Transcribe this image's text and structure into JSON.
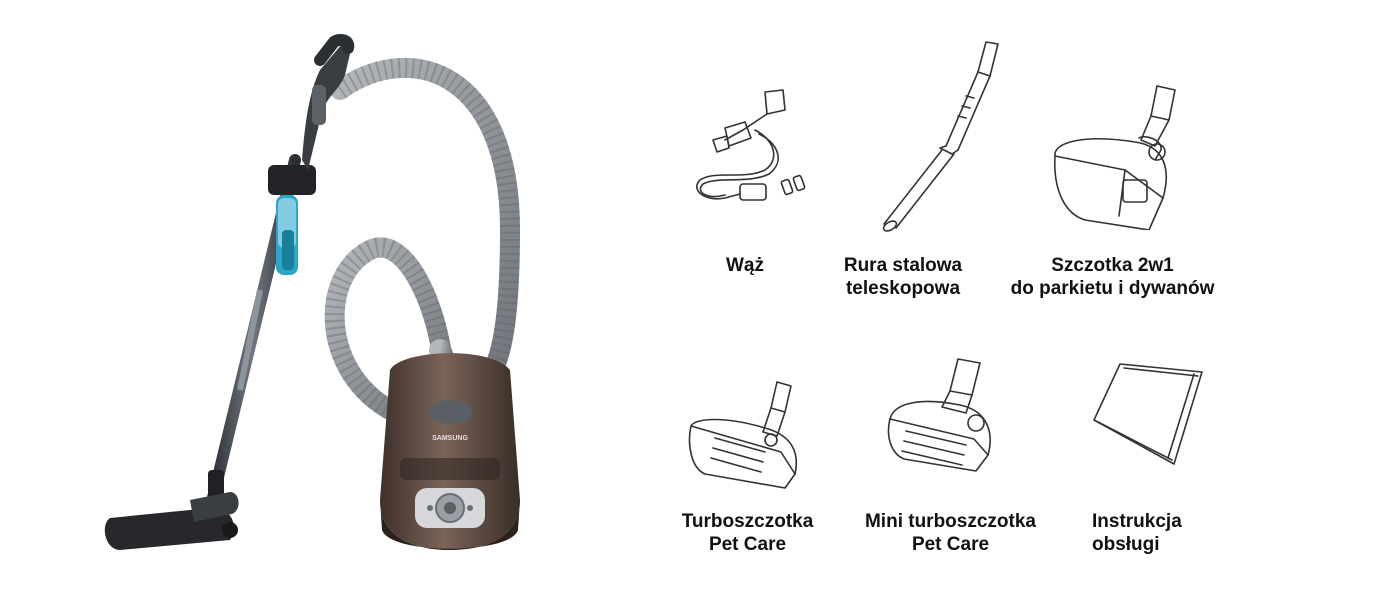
{
  "product": {
    "brand_print": "SAMSUNG"
  },
  "accessories": [
    {
      "label": "Wąż",
      "icon": "hose-icon"
    },
    {
      "label": "Rura stalowa\nteleskopowa",
      "icon": "telescopic-tube-icon"
    },
    {
      "label": "Szczotka 2w1\ndo parkietu i dywanów",
      "icon": "floor-brush-2in1-icon"
    },
    {
      "label": "Turboszczotka\nPet Care",
      "icon": "turbo-brush-icon"
    },
    {
      "label": "Mini turboszczotka\nPet Care",
      "icon": "mini-turbo-brush-icon"
    },
    {
      "label": "Instrukcja\nobsługi",
      "icon": "manual-icon"
    }
  ],
  "colors": {
    "body": "#6e5a50",
    "hose": "#8e9398",
    "stick": "#3a3d42",
    "accent": "#2aa6c8",
    "outline": "#333333",
    "text": "#111111"
  }
}
